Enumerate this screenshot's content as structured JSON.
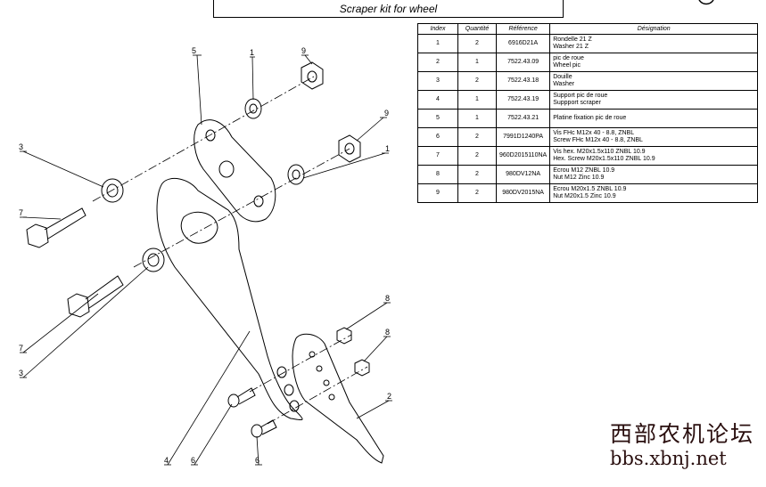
{
  "title": "Scraper kit for wheel",
  "table": {
    "headers": [
      "Index",
      "Quantité",
      "Référence",
      "Désignation"
    ],
    "rows": [
      {
        "index": "1",
        "qty": "2",
        "ref": "6916D21A",
        "designation": "Rondelle 21 Z\nWasher 21 Z"
      },
      {
        "index": "2",
        "qty": "1",
        "ref": "7522.43.09",
        "designation": "pic de roue\nWheel pic"
      },
      {
        "index": "3",
        "qty": "2",
        "ref": "7522.43.18",
        "designation": "Douille\nWasher"
      },
      {
        "index": "4",
        "qty": "1",
        "ref": "7522.43.19",
        "designation": "Support pic de roue\nSuppport scraper"
      },
      {
        "index": "5",
        "qty": "1",
        "ref": "7522.43.21",
        "designation": "Platine fixation pic de roue"
      },
      {
        "index": "6",
        "qty": "2",
        "ref": "7991D1240PA",
        "designation": "Vis FHc M12x 40 - 8.8, ZNBL\nScrew FHc M12x 40 - 8.8, ZNBL"
      },
      {
        "index": "7",
        "qty": "2",
        "ref": "960D2015110NA",
        "designation": "Vis hex. M20x1.5x110 ZNBL 10.9\nHex. Screw M20x1.5x110 ZNBL 10.9"
      },
      {
        "index": "8",
        "qty": "2",
        "ref": "980DV12NA",
        "designation": "Ecrou M12 ZNBL 10.9\nNut M12 Zinc 10.9"
      },
      {
        "index": "9",
        "qty": "2",
        "ref": "980DV2015NA",
        "designation": "Ecrou M20x1.5 ZNBL 10.9\nNut M20x1.5 Zinc 10.9"
      }
    ]
  },
  "callouts": {
    "c5": "5",
    "c1a": "1",
    "c9a": "9",
    "c9b": "9",
    "c1b": "1",
    "c3a": "3",
    "c7a": "7",
    "c7b": "7",
    "c3b": "3",
    "c8a": "8",
    "c8b": "8",
    "c2": "2",
    "c4": "4",
    "c6a": "6",
    "c6b": "6"
  },
  "watermark": {
    "chinese": "西部农机论坛",
    "url": "bbs.xbnj.net"
  }
}
